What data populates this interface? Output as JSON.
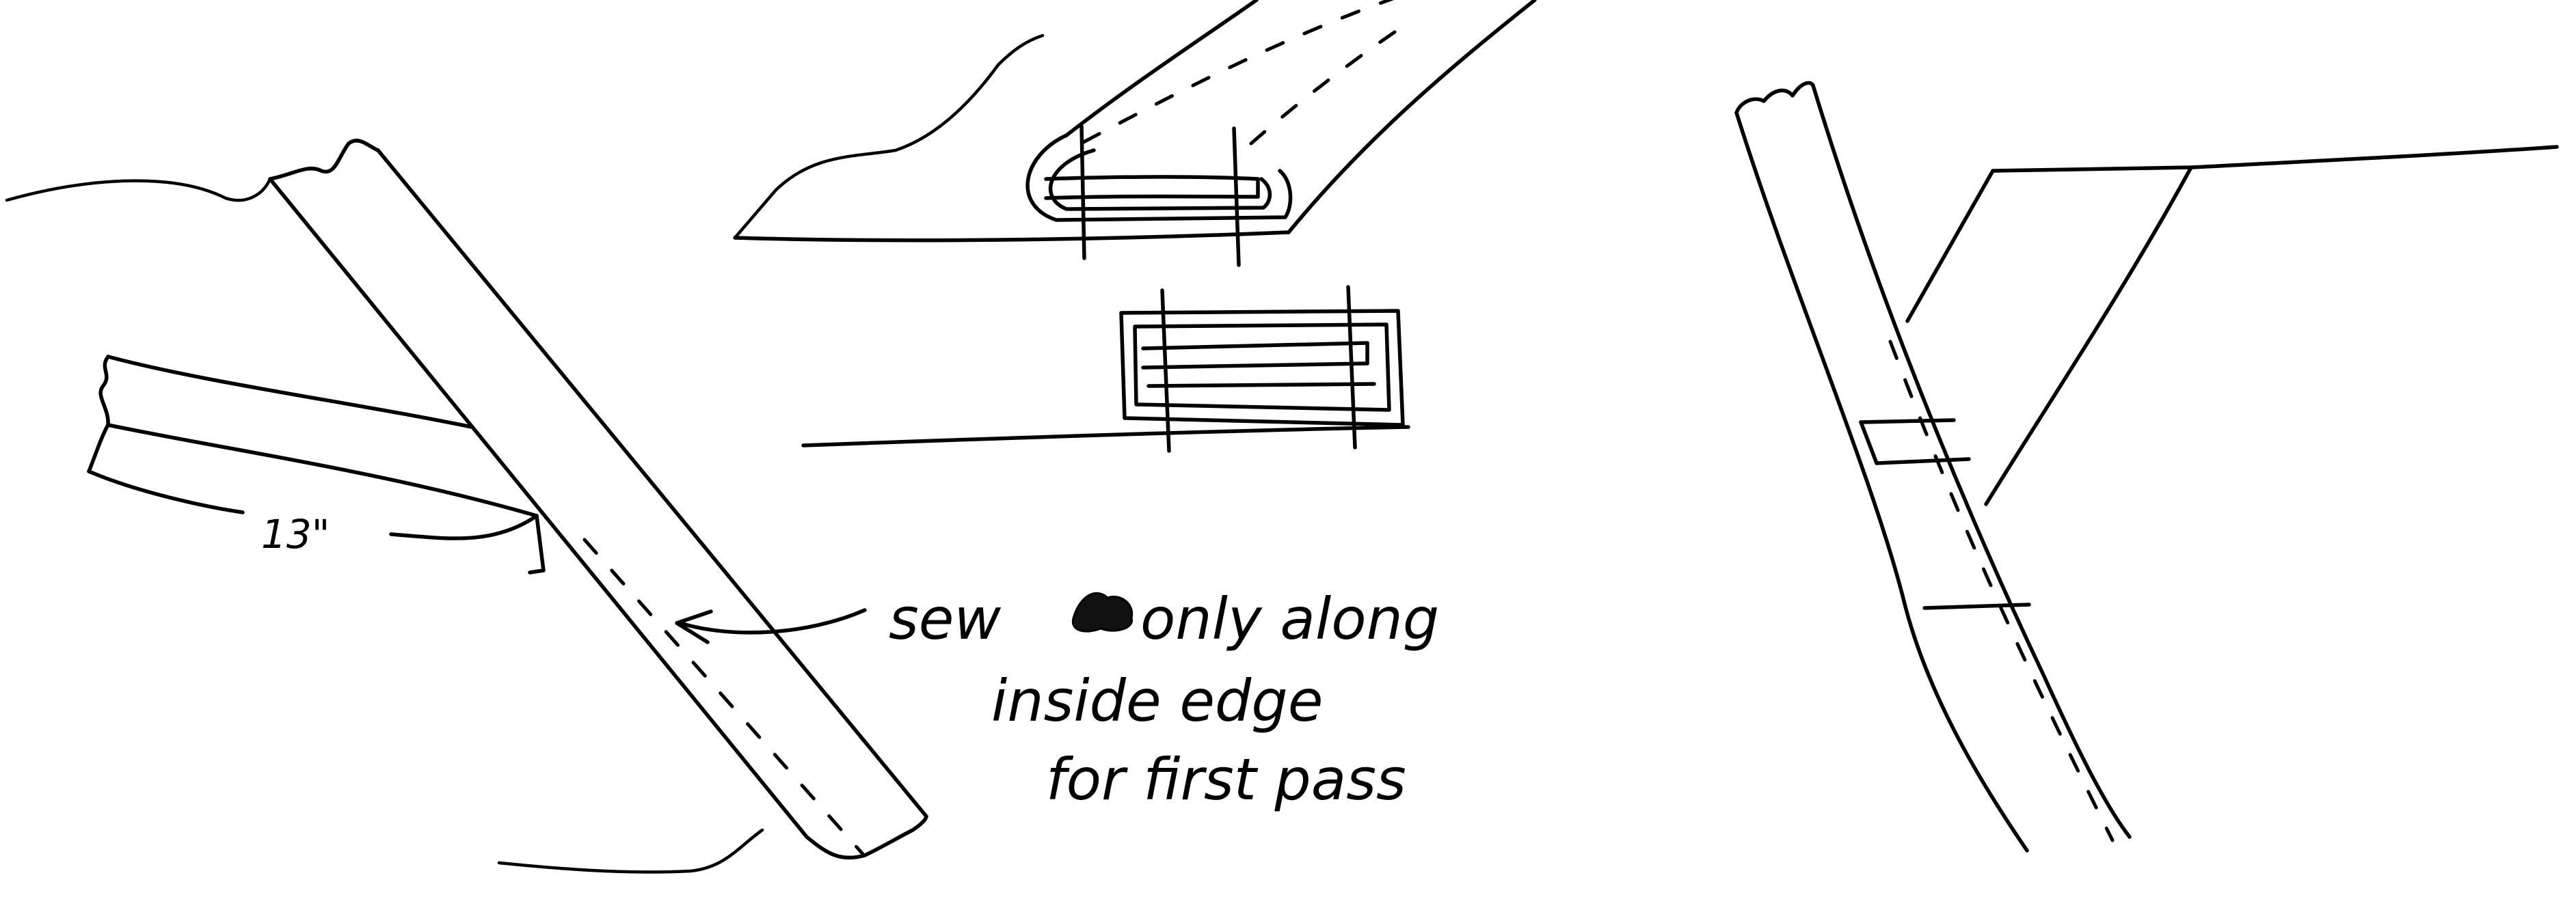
{
  "annotations": {
    "measurement": "13\"",
    "note_line1": "sew",
    "note_line1b": "only along",
    "note_line2": "inside edge",
    "note_line3": "for first pass"
  }
}
